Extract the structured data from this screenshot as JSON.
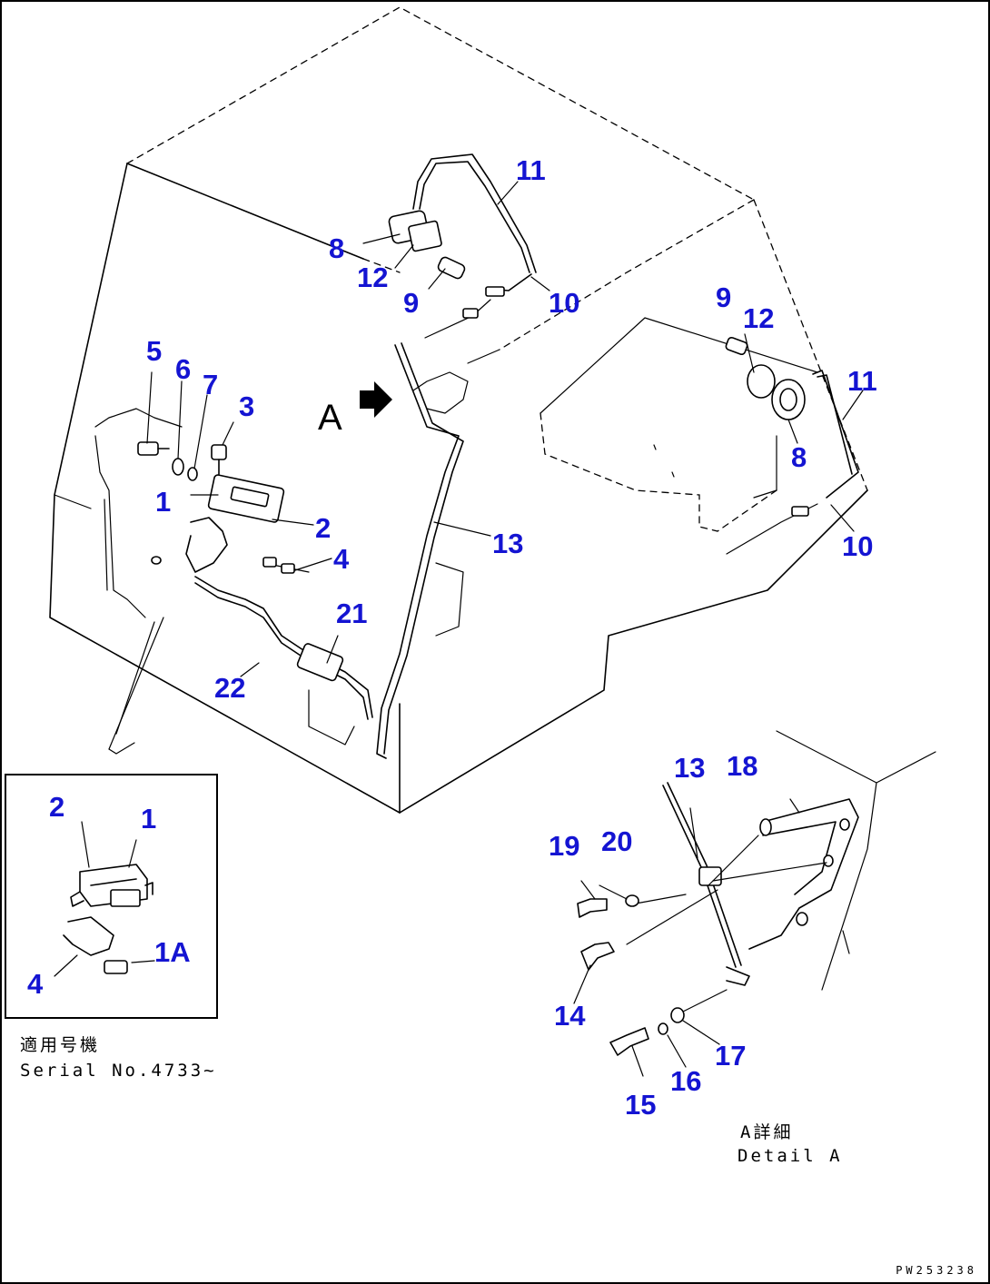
{
  "callouts": {
    "main_1": "1",
    "main_2": "2",
    "main_3": "3",
    "main_4": "4",
    "main_5": "5",
    "main_6": "6",
    "main_7": "7",
    "main_13": "13",
    "main_21": "21",
    "main_22": "22",
    "top_8": "8",
    "top_9": "9",
    "top_10": "10",
    "top_11": "11",
    "top_12": "12",
    "side_8": "8",
    "side_9": "9",
    "side_10": "10",
    "side_11": "11",
    "side_12": "12",
    "inset_1": "1",
    "inset_1A": "1A",
    "inset_2": "2",
    "inset_4": "4",
    "detail_13": "13",
    "detail_14": "14",
    "detail_15": "15",
    "detail_16": "16",
    "detail_17": "17",
    "detail_18": "18",
    "detail_19": "19",
    "detail_20": "20"
  },
  "view_marker": "A",
  "inset_note": {
    "line1": "適用号機",
    "line2": "Serial No.4733~"
  },
  "detail_note": {
    "line1": "A詳細",
    "line2": "Detail A"
  },
  "drawing_code": "PW253238",
  "colors": {
    "callout": "#1414d2",
    "line": "#000000",
    "background": "#ffffff"
  },
  "icons": {
    "view_direction": "arrow-right-icon"
  }
}
